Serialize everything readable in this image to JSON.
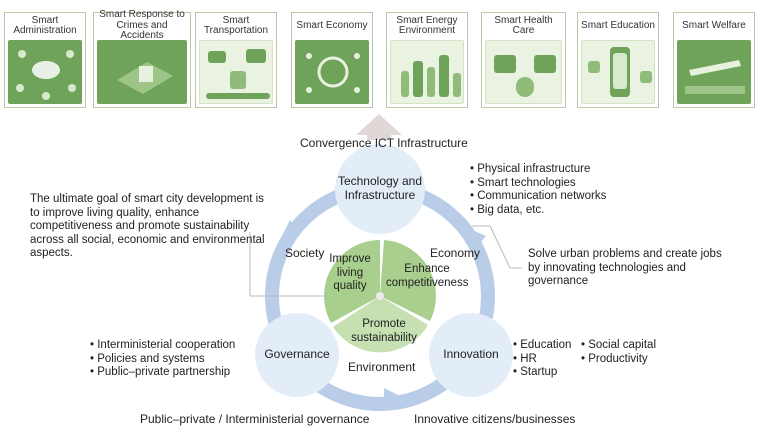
{
  "tiles": [
    {
      "label": "Smart Administration"
    },
    {
      "label": "Smart Response to Crimes and Accidents"
    },
    {
      "label": "Smart Transportation"
    },
    {
      "label": "Smart Economy"
    },
    {
      "label": "Smart Energy Environment"
    },
    {
      "label": "Smart Health Care"
    },
    {
      "label": "Smart Education"
    },
    {
      "label": "Smart Welfare"
    }
  ],
  "infra_label": "Convergence ICT Infrastructure",
  "nodes": {
    "top": "Technology and Infrastructure",
    "left": "Governance",
    "right": "Innovation"
  },
  "ring_labels": {
    "society": "Society",
    "economy": "Economy",
    "environment": "Environment"
  },
  "inner": {
    "living": "Improve living quality",
    "competitiveness": "Enhance competitiveness",
    "sustainability": "Promote sustainability"
  },
  "goal_text": "The ultimate goal of smart city development is to improve living quality, enhance competitiveness and promote sustainability across all social, economic and environmental aspects.",
  "solve_text": "Solve urban problems and create jobs by innovating technologies and governance",
  "tech_bullets": [
    "Physical infrastructure",
    "Smart technologies",
    "Communication networks",
    "Big data, etc."
  ],
  "gov_bullets": [
    "Interministerial cooperation",
    "Policies and systems",
    "Public–private partnership"
  ],
  "innov_bullets_a": [
    "Education",
    "HR",
    "Startup"
  ],
  "innov_bullets_b": [
    "Social capital",
    "Productivity"
  ],
  "bottom_left": "Public–private / Interministerial governance",
  "bottom_right": "Innovative citizens/businesses",
  "colors": {
    "ring": "#b9cde8",
    "node": "#e3edf8",
    "leaf": "#a9cf8e",
    "leaf_light": "#c6e0b2",
    "tile_dark": "#6fa35a"
  }
}
